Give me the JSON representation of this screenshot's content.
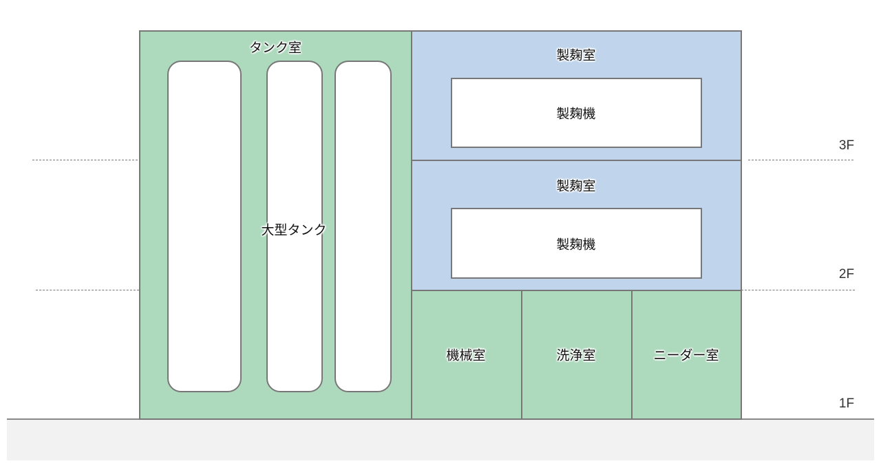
{
  "tank_room": {
    "label": "タンク室",
    "tank_label": "大型タンク"
  },
  "koji_rooms": [
    {
      "label": "製麹室",
      "machine": "製麹機"
    },
    {
      "label": "製麹室",
      "machine": "製麹機"
    }
  ],
  "ground_rooms": [
    {
      "label": "機械室"
    },
    {
      "label": "洗浄室"
    },
    {
      "label": "ニーダー室"
    }
  ],
  "floors": [
    "3F",
    "2F",
    "1F"
  ],
  "colors": {
    "green": "#add9bd",
    "blue": "#c0d5ec",
    "ground": "#f2f2f2",
    "line": "#777777"
  }
}
